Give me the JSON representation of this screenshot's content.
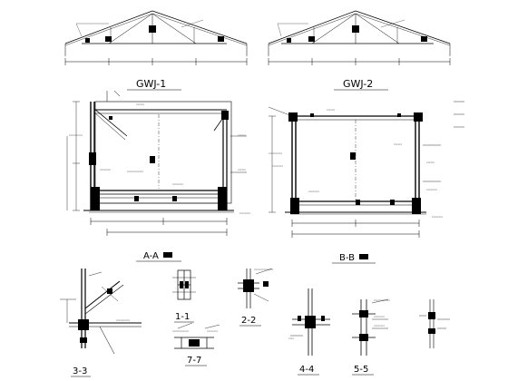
{
  "drawing": {
    "views": {
      "gwj1": {
        "label": "GWJ-1"
      },
      "gwj2": {
        "label": "GWJ-2"
      },
      "aa": {
        "label": "A-A"
      },
      "bb": {
        "label": "B-B"
      }
    },
    "sections": {
      "s11": "1-1",
      "s22": "2-2",
      "s33": "3-3",
      "s44": "4-4",
      "s55": "5-5",
      "s77": "7-7"
    }
  }
}
